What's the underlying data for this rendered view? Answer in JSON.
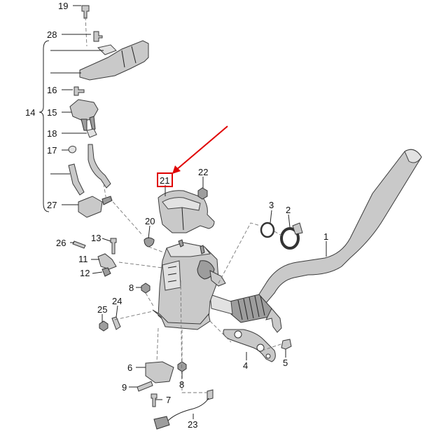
{
  "callouts": {
    "c1": "1",
    "c2": "2",
    "c3": "3",
    "c4": "4",
    "c5": "5",
    "c6": "6",
    "c7": "7",
    "c8a": "8",
    "c8b": "8",
    "c9": "9",
    "c11": "11",
    "c12": "12",
    "c13": "13",
    "c14": "14",
    "c15": "15",
    "c16": "16",
    "c17": "17",
    "c18": "18",
    "c19": "19",
    "c20": "20",
    "c21": "21",
    "c22": "22",
    "c23": "23",
    "c24": "24",
    "c25": "25",
    "c26": "26",
    "c27": "27",
    "c28": "28"
  },
  "highlight": {
    "part": "21",
    "color": "#e00000"
  },
  "colors": {
    "line": "#222222",
    "part_fill": "#c9c9c9",
    "arrow": "#e00000"
  }
}
